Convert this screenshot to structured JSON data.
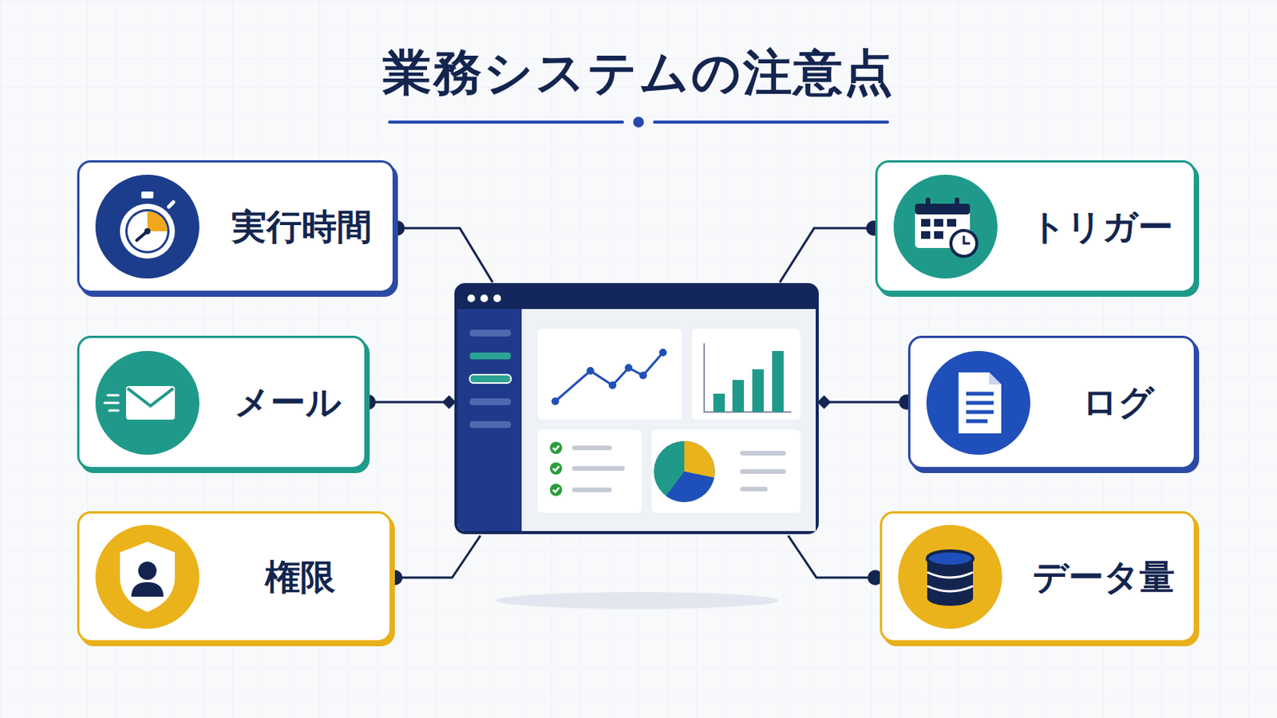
{
  "diagram": {
    "title": "業務システムの注意点",
    "nodes": [
      {
        "text": [
          "実行時間"
        ]
      },
      {
        "text": [
          "トリガー"
        ]
      },
      {
        "text": [
          "メール"
        ]
      },
      {
        "text": [
          "ログ"
        ]
      },
      {
        "text": [
          "権限"
        ]
      },
      {
        "text": [
          "データ量"
        ]
      }
    ]
  }
}
